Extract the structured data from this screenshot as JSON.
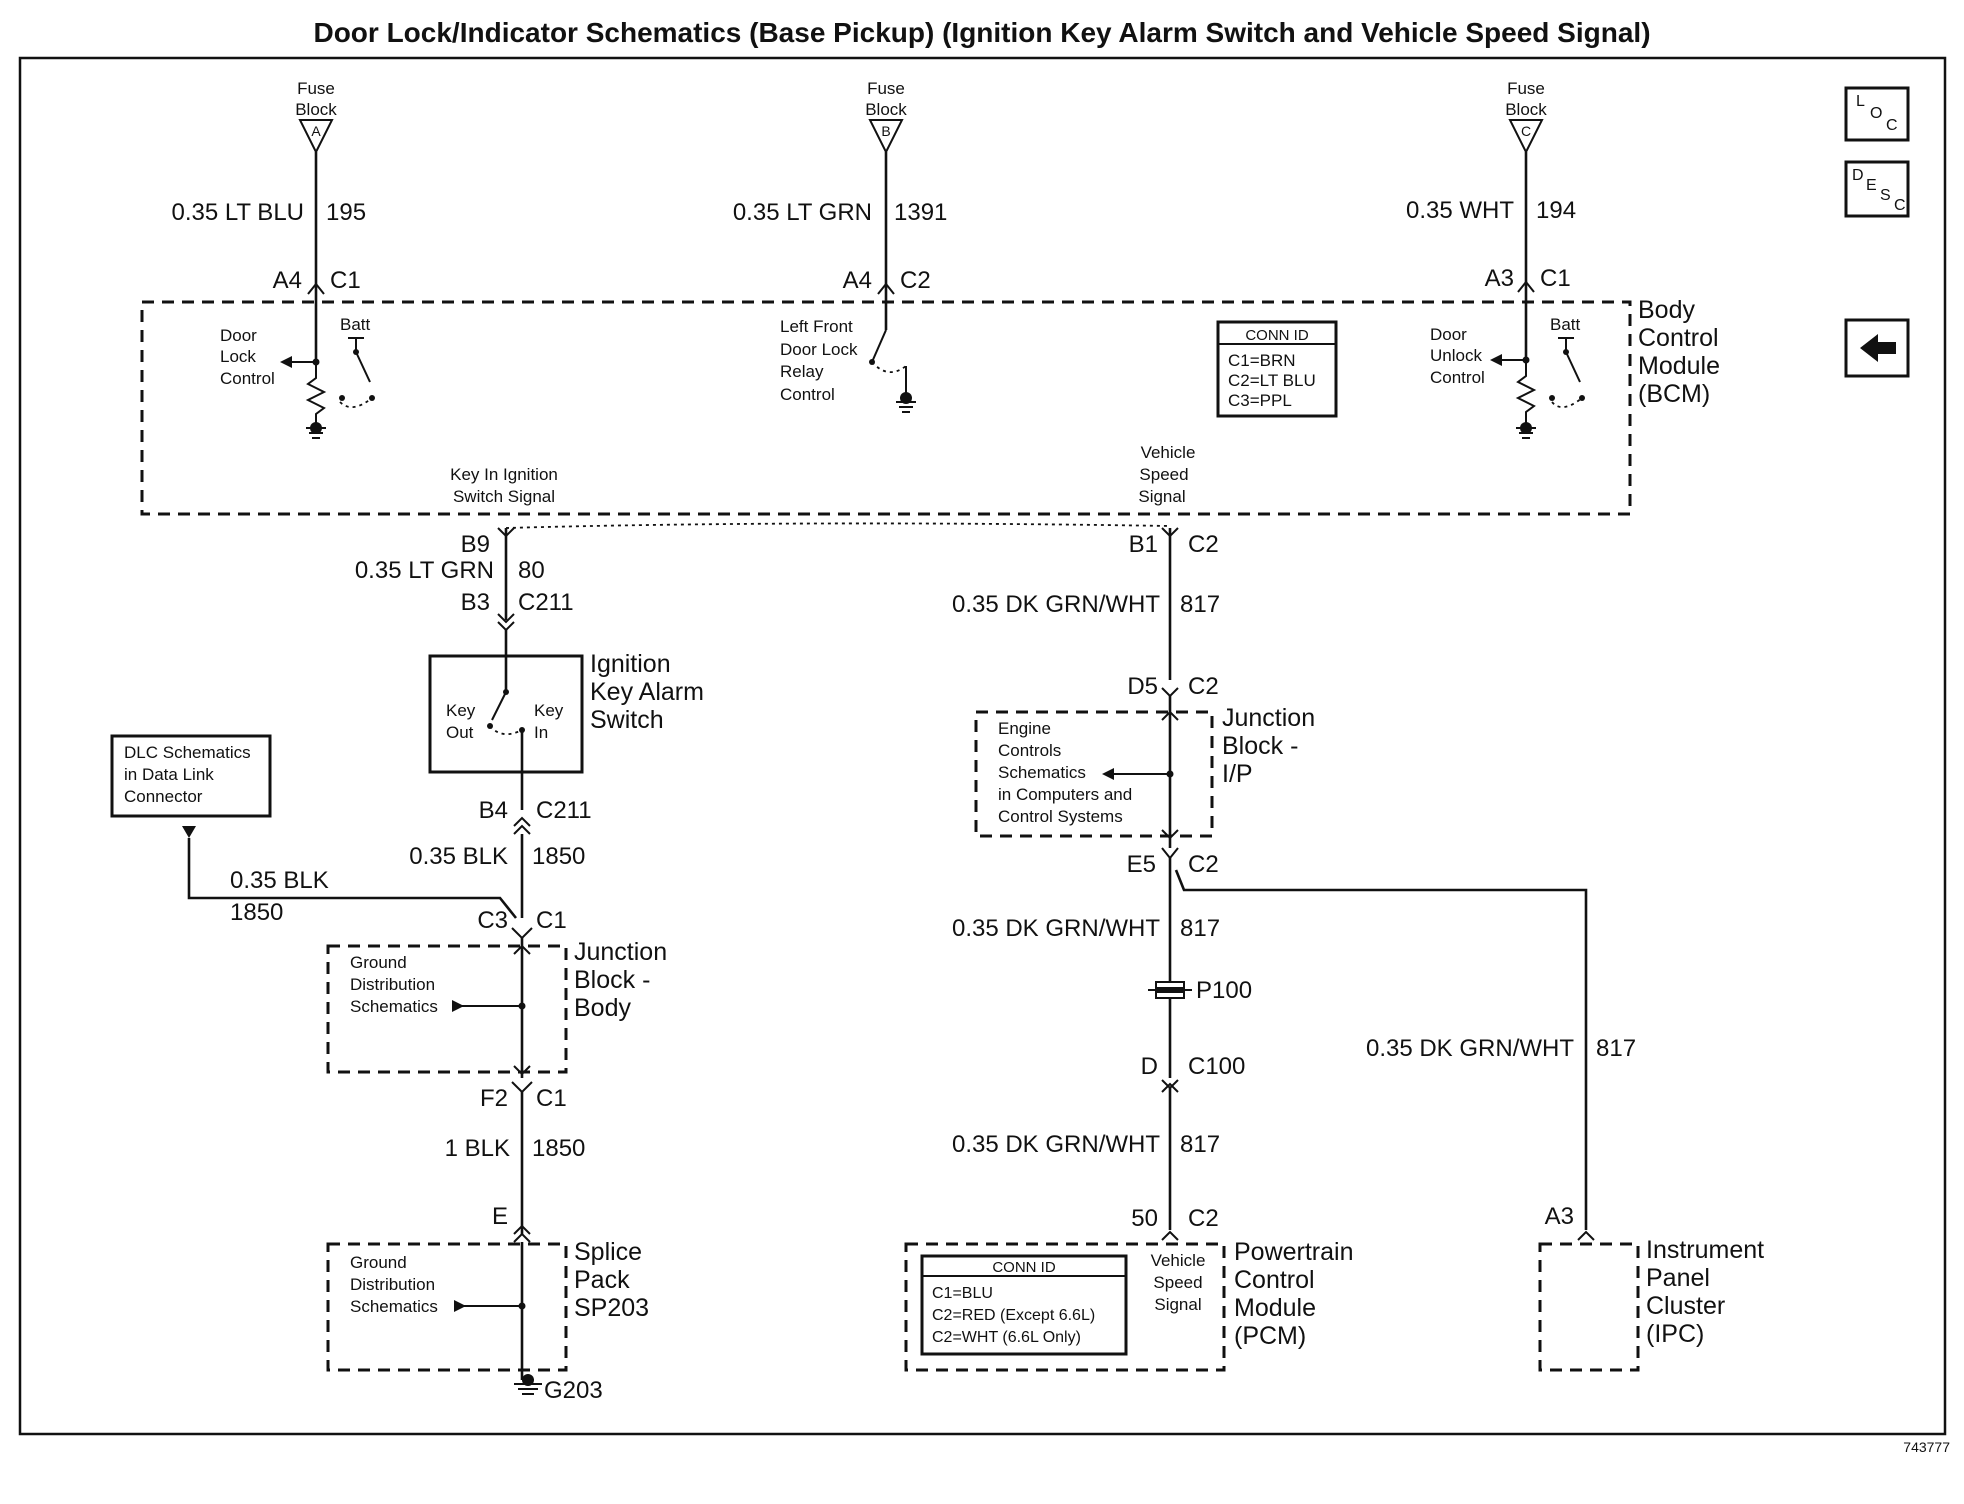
{
  "title": "Door Lock/Indicator Schematics (Base Pickup) (Ignition Key Alarm Switch and Vehicle Speed Signal)",
  "figure_id": "743777",
  "nav": {
    "loc": "LOC",
    "desc": "DESC",
    "back_icon": "left-arrow-icon"
  },
  "fuses": [
    {
      "line1": "Fuse",
      "line2": "Block",
      "letter": "A",
      "wire_size_color": "0.35 LT BLU",
      "circuit": "195",
      "pin": "A4",
      "connector": "C1"
    },
    {
      "line1": "Fuse",
      "line2": "Block",
      "letter": "B",
      "wire_size_color": "0.35 LT GRN",
      "circuit": "1391",
      "pin": "A4",
      "connector": "C2"
    },
    {
      "line1": "Fuse",
      "line2": "Block",
      "letter": "C",
      "wire_size_color": "0.35 WHT",
      "circuit": "194",
      "pin": "A3",
      "connector": "C1"
    }
  ],
  "bcm": {
    "name": [
      "Body",
      "Control",
      "Module",
      "(BCM)"
    ],
    "batt": "Batt",
    "door_lock": [
      "Door",
      "Lock",
      "Control"
    ],
    "door_unlock": [
      "Door",
      "Unlock",
      "Control"
    ],
    "relay": [
      "Left Front",
      "Door Lock",
      "Relay",
      "Control"
    ],
    "conn_id_title": "CONN ID",
    "conn_id": [
      "C1=BRN",
      "C2=LT BLU",
      "C3=PPL"
    ],
    "key_signal": [
      "Key In Ignition",
      "Switch Signal"
    ],
    "speed_signal": [
      "Vehicle",
      "Speed",
      "Signal"
    ]
  },
  "left_path": {
    "b9": "B9",
    "wire1": "0.35 LT GRN",
    "circuit1": "80",
    "b3": "B3",
    "c211a": "C211",
    "switch_name": [
      "Ignition",
      "Key Alarm",
      "Switch"
    ],
    "key_out": [
      "Key",
      "Out"
    ],
    "key_in": [
      "Key",
      "In"
    ],
    "b4": "B4",
    "c211b": "C211",
    "wire2": "0.35 BLK",
    "circuit2": "1850",
    "dlc_box": [
      "DLC Schematics",
      "in Data Link",
      "Connector"
    ],
    "dlc_wire": "0.35 BLK",
    "dlc_circuit": "1850",
    "c3": "C3",
    "c1a": "C1",
    "jb_body_name": [
      "Junction",
      "Block -",
      "Body"
    ],
    "ground_dist": [
      "Ground",
      "Distribution",
      "Schematics"
    ],
    "f2": "F2",
    "c1b": "C1",
    "wire3": "1 BLK",
    "circuit3": "1850",
    "e": "E",
    "splice_name": [
      "Splice",
      "Pack",
      "SP203"
    ],
    "ground_dist2": [
      "Ground",
      "Distribution",
      "Schematics"
    ],
    "g203": "G203"
  },
  "right_path": {
    "b1": "B1",
    "c2a": "C2",
    "wire": "0.35 DK GRN/WHT",
    "circuit": "817",
    "d5": "D5",
    "c2b": "C2",
    "jb_ip_name": [
      "Junction",
      "Block -",
      "I/P"
    ],
    "engine_box": [
      "Engine",
      "Controls",
      "Schematics",
      "in Computers and",
      "Control Systems"
    ],
    "e5": "E5",
    "c2c": "C2",
    "p100": "P100",
    "d": "D",
    "c100": "C100",
    "pin50": "50",
    "c2d": "C2",
    "pcm_name": [
      "Powertrain",
      "Control",
      "Module",
      "(PCM)"
    ],
    "pcm_signal": [
      "Vehicle",
      "Speed",
      "Signal"
    ],
    "pcm_conn_title": "CONN ID",
    "pcm_conn": [
      "C1=BLU",
      "C2=RED (Except 6.6L)",
      "C2=WHT (6.6L Only)"
    ],
    "ipc_wire": "0.35 DK GRN/WHT",
    "ipc_circuit": "817",
    "a3": "A3",
    "ipc_name": [
      "Instrument",
      "Panel",
      "Cluster",
      "(IPC)"
    ]
  }
}
